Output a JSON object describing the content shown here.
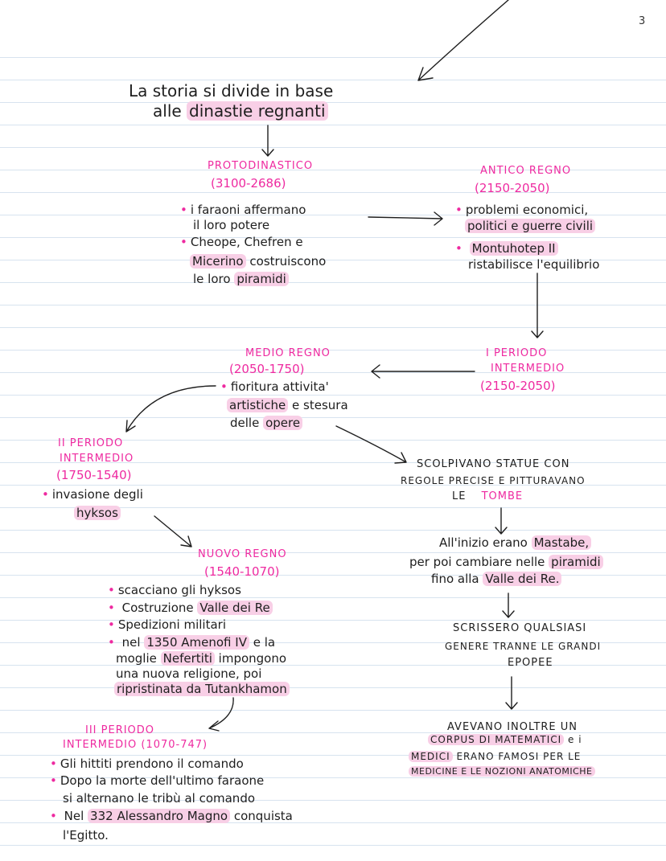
{
  "page_number": "3",
  "intro": {
    "line1": "La storia si divide in base",
    "line2_prefix": "alle",
    "line2_hl": "dinastie regnanti"
  },
  "proto": {
    "title": "PROTODINASTICO",
    "dates": "(3100-2686)",
    "b1_l1": "i faraoni affermano",
    "b1_l2": "il loro potere",
    "b2_l1": "Cheope, Chefren e",
    "b2_l2_hl": "Micerino",
    "b2_l2_rest": "costruiscono",
    "b2_l3_pre": "le loro",
    "b2_l3_hl": "piramidi"
  },
  "antico": {
    "title": "ANTICO REGNO",
    "dates": "(2150-2050)",
    "b1_l1": "problemi economici,",
    "b1_l2_hl": "politici e guerre civili",
    "b2_l1_hl": "Montuhotep II",
    "b2_l2": "ristabilisce l'equilibrio"
  },
  "medio": {
    "title": "MEDIO REGNO",
    "dates": "(2050-1750)",
    "l1": "fioritura attivita'",
    "l2_hl": "artistiche",
    "l2_rest": "e stesura",
    "l3_pre": "delle",
    "l3_hl": "opere"
  },
  "primo": {
    "l1": "I PERIODO",
    "l2": "INTERMEDIO",
    "l3": "(2150-2050)"
  },
  "secondo": {
    "l1": "II PERIODO",
    "l2": "INTERMEDIO",
    "l3": "(1750-1540)",
    "b1": "invasione degli",
    "b2_hl": "hyksos"
  },
  "statue": {
    "l1": "SCOLPIVANO STATUE CON",
    "l2": "REGOLE PRECISE E PITTURAVANO",
    "l3_pre": "LE",
    "l3_pink": "TOMBE"
  },
  "mastabe": {
    "l1_pre": "All'inizio erano",
    "l1_hl": "Mastabe,",
    "l2_pre": "per poi cambiare nelle",
    "l2_hl": "piramidi",
    "l3_pre": "fino alla",
    "l3_hl": "Valle dei Re."
  },
  "scrissero": {
    "l1": "SCRISSERO QUALSIASI",
    "l2": "GENERE TRANNE LE GRANDI",
    "l3": "EPOPEE"
  },
  "nuovo": {
    "title": "NUOVO REGNO",
    "dates": "(1540-1070)",
    "b1": "scacciano gli hyksos",
    "b2_pre": "Costruzione",
    "b2_hl": "Valle dei Re",
    "b3": "Spedizioni militari",
    "b4_pre": "nel",
    "b4_hl": "1350 Amenofi IV",
    "b4_rest": "e la",
    "l5_pre": "moglie",
    "l5_hl": "Nefertiti",
    "l5_rest": "impongono",
    "l6": "una nuova religione, poi",
    "l7_hl": "ripristinata da Tutankhamon"
  },
  "terzo": {
    "l1": "III PERIODO",
    "l2": "INTERMEDIO (1070-747)",
    "b1": "Gli hittiti prendono il comando",
    "b2_l1": "Dopo la morte dell'ultimo faraone",
    "b2_l2": "si alternano le tribù al comando",
    "b3_pre": "Nel",
    "b3_hl": "332 Alessandro Magno",
    "b3_rest": "conquista",
    "b3_l2": "l'Egitto."
  },
  "avevano": {
    "l1": "AVEVANO INOLTRE UN",
    "l2_hl": "CORPUS DI MATEMATICI",
    "l2_rest": "e i",
    "l3_hl": "MEDICI",
    "l3_rest": "ERANO FAMOSI PER LE",
    "l4_hl": "MEDICINE E LE NOZIONI ANATOMICHE"
  },
  "colors": {
    "accent": "#ee2aa0",
    "highlight": "#f8cfe6",
    "ruled_line": "#d7e3ef",
    "ink": "#1e1e1e"
  }
}
